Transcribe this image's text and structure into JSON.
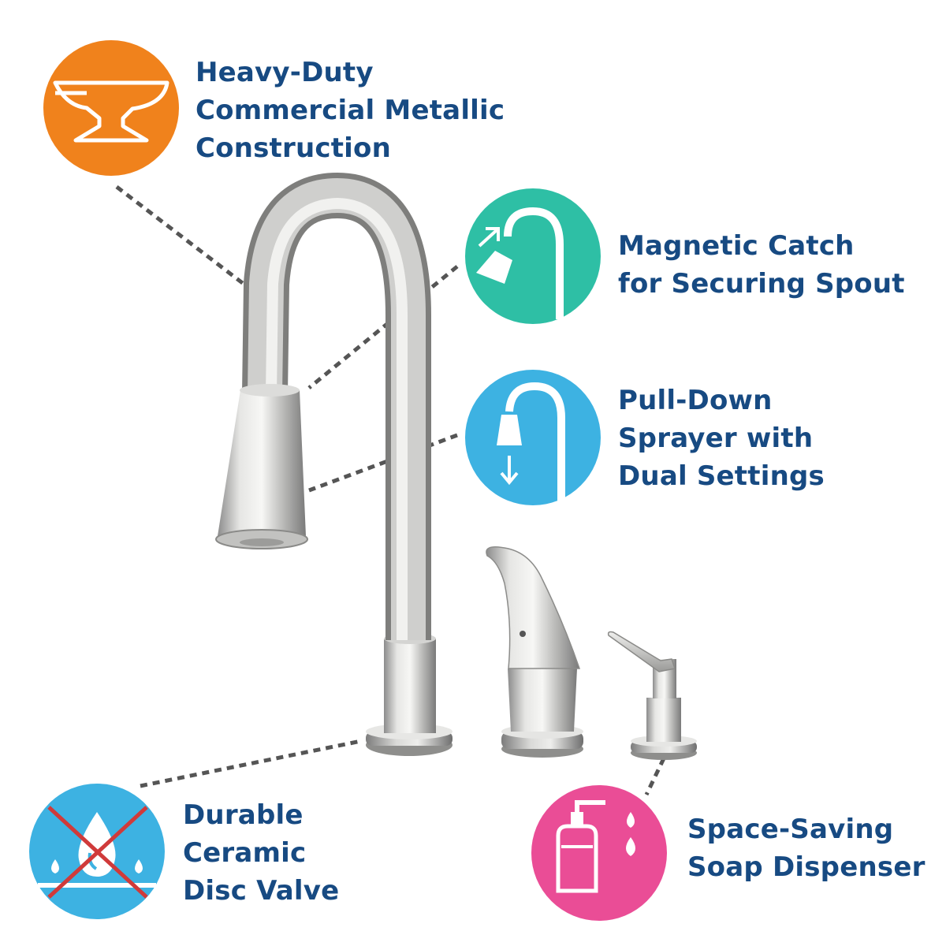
{
  "features": [
    {
      "id": "heavy-duty",
      "lines": [
        "Heavy-Duty",
        "Commercial Metallic",
        "Construction"
      ],
      "icon": "anvil-icon",
      "color": "#f0821c"
    },
    {
      "id": "magnetic-catch",
      "lines": [
        "Magnetic Catch",
        "for Securing Spout"
      ],
      "icon": "magnetic-spout-icon",
      "color": "#2ebfa5"
    },
    {
      "id": "pull-down",
      "lines": [
        "Pull-Down",
        "Sprayer with",
        "Dual Settings"
      ],
      "icon": "pull-down-sprayer-icon",
      "color": "#3db2e2"
    },
    {
      "id": "ceramic-valve",
      "lines": [
        "Durable",
        "Ceramic",
        "Disc Valve"
      ],
      "icon": "no-drip-icon",
      "color": "#3db2e2",
      "accent": "#d03a3a"
    },
    {
      "id": "soap-dispenser",
      "lines": [
        "Space-Saving",
        "Soap Dispenser"
      ],
      "icon": "soap-dispenser-icon",
      "color": "#ea4d96"
    }
  ],
  "text_color": "#174a82"
}
